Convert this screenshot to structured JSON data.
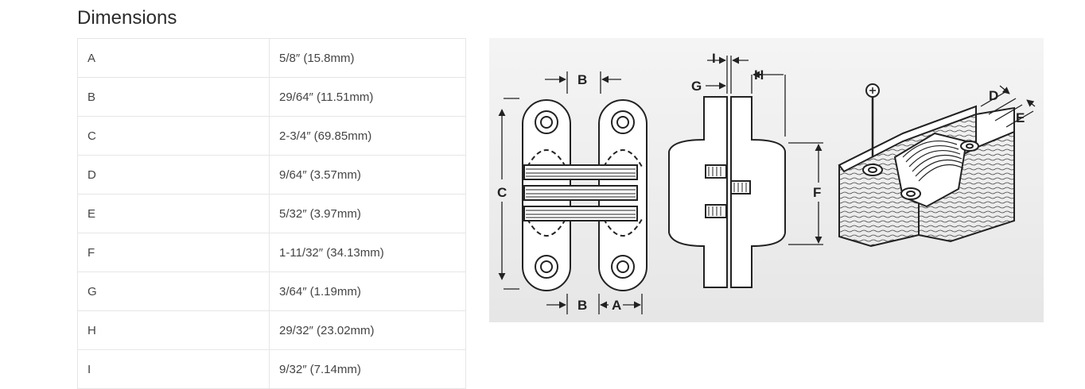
{
  "section": {
    "title": "Dimensions"
  },
  "dimensions": [
    {
      "key": "A",
      "value": "5/8″ (15.8mm)"
    },
    {
      "key": "B",
      "value": "29/64″ (11.51mm)"
    },
    {
      "key": "C",
      "value": "2-3/4″ (69.85mm)"
    },
    {
      "key": "D",
      "value": "9/64″ (3.57mm)"
    },
    {
      "key": "E",
      "value": "5/32″ (3.97mm)"
    },
    {
      "key": "F",
      "value": "1-11/32″ (34.13mm)"
    },
    {
      "key": "G",
      "value": "3/64″ (1.19mm)"
    },
    {
      "key": "H",
      "value": "29/32″ (23.02mm)"
    },
    {
      "key": "I",
      "value": "9/32″ (7.14mm)"
    }
  ],
  "diagram": {
    "labels": {
      "a": "A",
      "b": "B",
      "c": "C",
      "d": "D",
      "e": "E",
      "f": "F",
      "g": "G",
      "h": "H",
      "i": "I"
    }
  }
}
